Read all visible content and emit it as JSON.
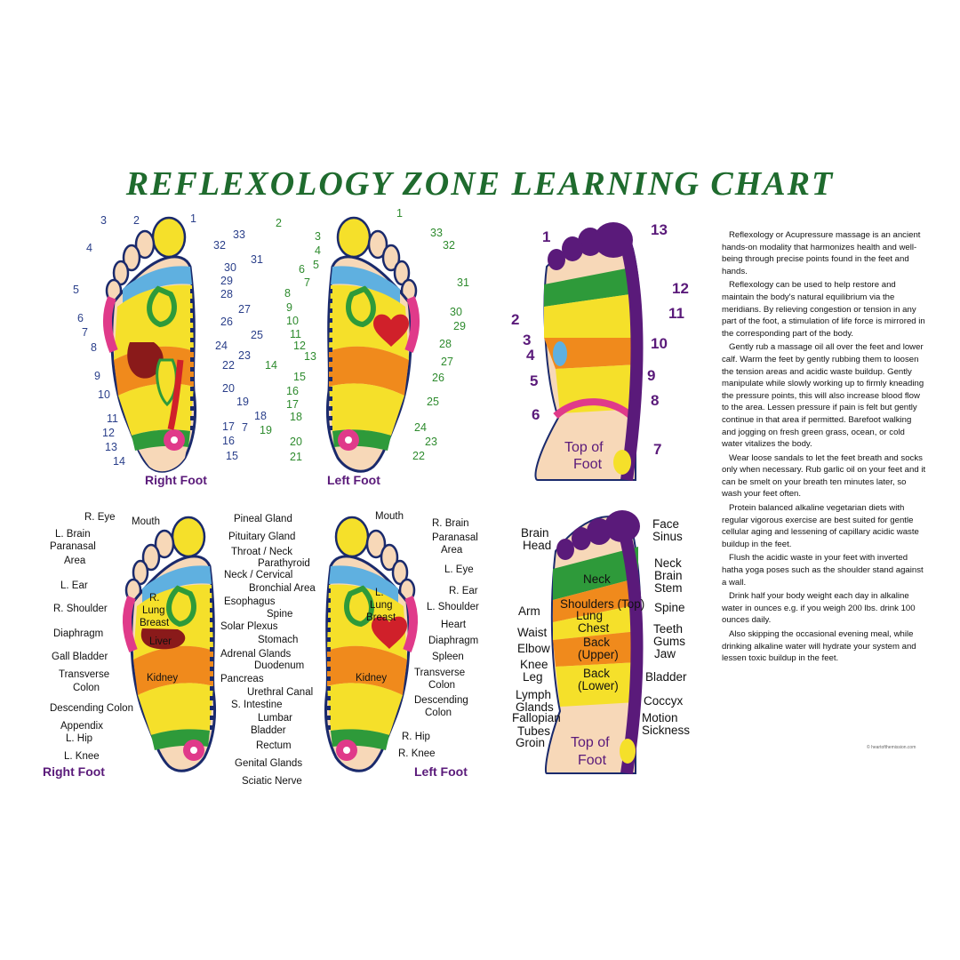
{
  "title": "REFLEXOLOGY ZONE LEARNING CHART",
  "colors": {
    "title": "#1f6b2e",
    "foot_outline": "#1a2a6c",
    "yellow": "#f5e02a",
    "orange": "#f08a1c",
    "green": "#2e9a3a",
    "pink": "#e03a8a",
    "purple": "#5a1a7a",
    "red": "#d0202a",
    "blue": "#5fb0e0",
    "skin": "#f7d8b8"
  },
  "top_left": {
    "right_foot_label": "Right Foot",
    "left_foot_label": "Left Foot",
    "right_numbers_left": [
      "3",
      "2",
      "4",
      "5",
      "6",
      "7",
      "8",
      "9",
      "10",
      "11",
      "12",
      "13",
      "14"
    ],
    "right_numbers_right": [
      "1",
      "33",
      "32",
      "31",
      "30",
      "29",
      "28",
      "27",
      "26",
      "25",
      "24",
      "23",
      "22",
      "20",
      "19",
      "18",
      "17",
      "16",
      "15"
    ],
    "left_numbers_left": [
      "2",
      "3",
      "4",
      "5",
      "6",
      "7",
      "8",
      "9",
      "10",
      "11",
      "12",
      "13",
      "14",
      "15",
      "16",
      "17",
      "18",
      "19",
      "20",
      "21"
    ],
    "left_numbers_right": [
      "1",
      "33",
      "32",
      "31",
      "30",
      "29",
      "28",
      "27",
      "26",
      "25",
      "24",
      "23",
      "22"
    ],
    "right_extra": "7"
  },
  "bottom_left": {
    "right_foot_label": "Right Foot",
    "left_foot_label": "Left Foot",
    "left_labels": [
      "R. Eye",
      "Mouth",
      "L. Brain",
      "Paranasal",
      "Area",
      "L. Ear",
      "R. Shoulder",
      "Diaphragm",
      "Gall Bladder",
      "Transverse",
      "Colon",
      "Descending Colon",
      "Appendix",
      "L. Hip",
      "L. Knee"
    ],
    "center_labels": [
      "Pineal Gland",
      "Pituitary Gland",
      "Throat / Neck",
      "Parathyroid",
      "Neck / Cervical",
      "Bronchial Area",
      "Esophagus",
      "Spine",
      "Solar Plexus",
      "Stomach",
      "Adrenal Glands",
      "Duodenum",
      "Pancreas",
      "Urethral Canal",
      "S. Intestine",
      "Lumbar",
      "Bladder",
      "Rectum",
      "Genital Glands",
      "Sciatic Nerve"
    ],
    "right_labels": [
      "Mouth",
      "R. Brain",
      "Paranasal",
      "Area",
      "L. Eye",
      "R. Ear",
      "L. Shoulder",
      "Heart",
      "Diaphragm",
      "Spleen",
      "Transverse",
      "Colon",
      "Descending",
      "Colon",
      "R. Hip",
      "R. Knee"
    ],
    "inside": [
      "R.",
      "Lung",
      "Breast",
      "Liver",
      "Kidney",
      "L.",
      "Lung",
      "Breast",
      "Kidney"
    ]
  },
  "top_right": {
    "numbers_left": [
      "1",
      "2",
      "3",
      "4",
      "5",
      "6"
    ],
    "numbers_right": [
      "13",
      "12",
      "11",
      "10",
      "9",
      "8",
      "7"
    ],
    "top_of_foot": [
      "Top of",
      "Foot"
    ]
  },
  "bottom_right": {
    "left_labels": [
      "Brain",
      "Head",
      "Arm",
      "Waist",
      "Elbow",
      "Knee",
      "Leg",
      "Lymph",
      "Glands",
      "Fallopian",
      "Tubes",
      "Groin"
    ],
    "right_labels": [
      "Face",
      "Sinus",
      "Neck",
      "Brain",
      "Stem",
      "Spine",
      "Teeth",
      "Gums",
      "Jaw",
      "Bladder",
      "Coccyx",
      "Motion",
      "Sickness"
    ],
    "inside": [
      "Neck",
      "Shoulders (Top)",
      "Lung",
      "Chest",
      "Back",
      "(Upper)",
      "Back",
      "(Lower)"
    ],
    "top_of_foot": [
      "Top of",
      "Foot"
    ]
  },
  "description": [
    "Reflexology or Acupressure massage is an ancient hands-on modality that harmonizes health and well-being through precise points found in the feet and hands.",
    "Reflexology can be used to help restore and maintain the body's natural equilibrium via the meridians. By relieving congestion or tension in any part of the foot, a stimulation of life force is mirrored in the corresponding part of the body.",
    "Gently rub a massage oil all over the feet and lower calf. Warm the feet by gently rubbing them to loosen the tension areas and acidic waste buildup. Gently manipulate while slowly working up to firmly kneading the pressure points, this will also increase blood flow to the area. Lessen pressure if pain is felt but gently continue in that area if permitted. Barefoot walking and jogging on fresh green grass, ocean, or cold water vitalizes the body.",
    "Wear loose sandals to let the feet breath and socks only when necessary. Rub garlic oil on your feet and it can be smelt on your breath ten minutes later, so wash your feet often.",
    "Protein balanced alkaline vegetarian diets with regular vigorous exercise are best suited for gentle cellular aging and lessening of capillary acidic waste buildup in the feet.",
    "Flush the acidic waste in your feet with inverted hatha yoga poses such as the shoulder stand against a wall.",
    "Drink half your body weight each day in alkaline water in ounces e.g. if you weigh 200 lbs. drink 100 ounces daily.",
    "Also skipping the occasional evening meal, while drinking alkaline water will hydrate your system and lessen toxic buildup in the feet."
  ],
  "copyright": "© heartofthemission.com"
}
